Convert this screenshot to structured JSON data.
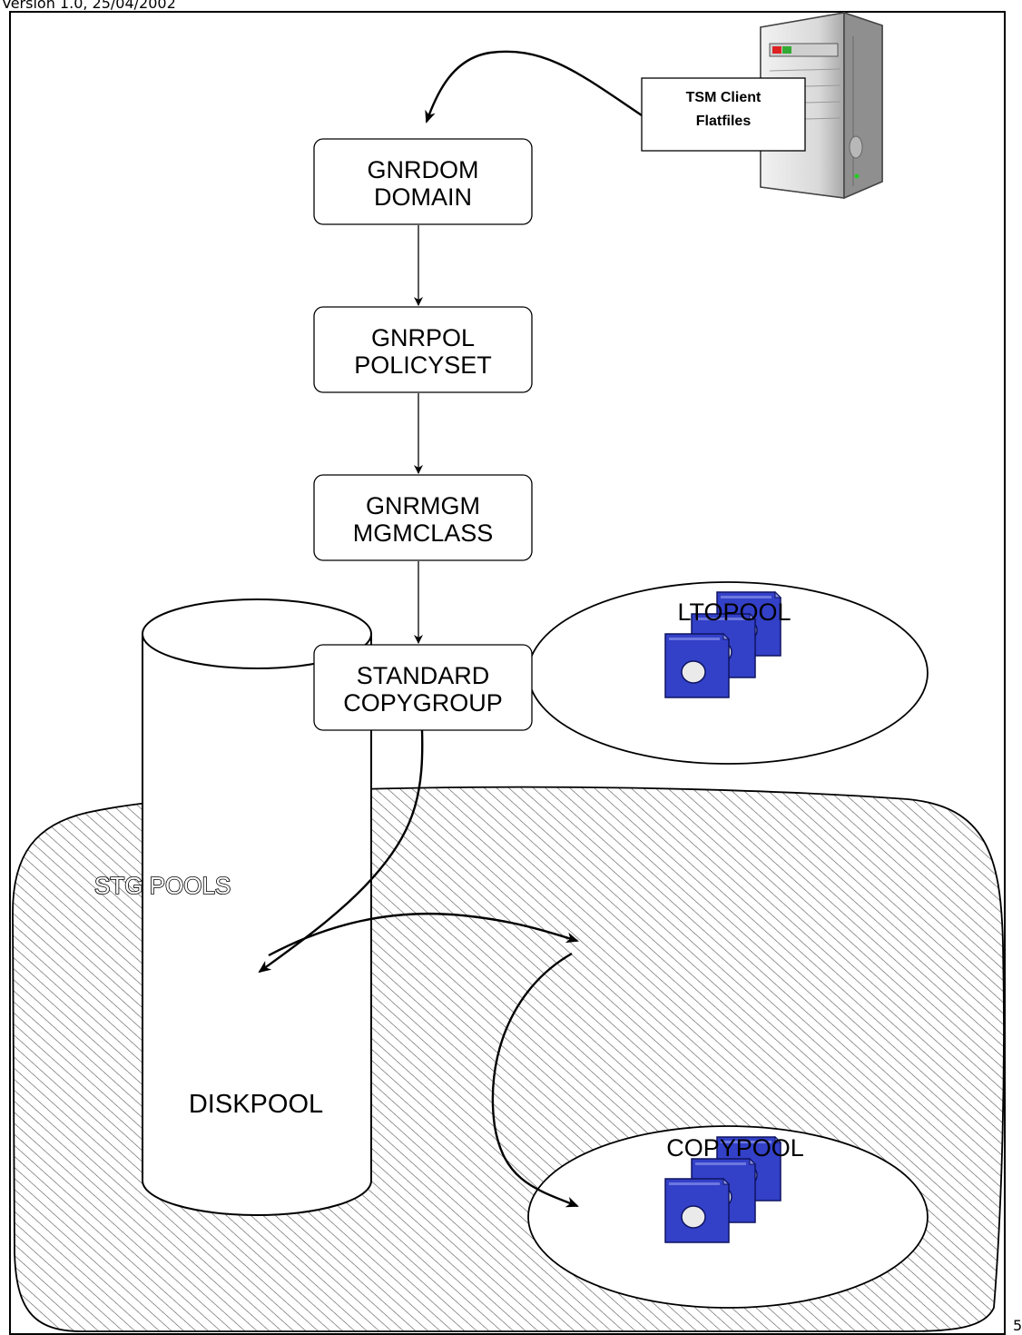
{
  "header": {
    "version_text": "Version 1.0, 25/04/2002"
  },
  "footer": {
    "page_number": "5"
  },
  "client": {
    "label_line1": "TSM Client",
    "label_line2": "Flatfiles",
    "icon": "server-tower-icon"
  },
  "policy_chain": [
    {
      "line1": "GNRDOM",
      "line2": "DOMAIN"
    },
    {
      "line1": "GNRPOL",
      "line2": "POLICYSET"
    },
    {
      "line1": "GNRMGM",
      "line2": "MGMCLASS"
    },
    {
      "line1": "STANDARD",
      "line2": "COPYGROUP"
    }
  ],
  "storage": {
    "region_label": "STG POOLS",
    "diskpool": "DISKPOOL",
    "ltopool": "LTOPOOL",
    "copypool": "COPYPOOL",
    "tape_icon": "tape-cartridge-icon"
  },
  "colors": {
    "tape_blue": "#3340c8",
    "tape_dark": "#1c2490",
    "hatch": "#555555"
  }
}
